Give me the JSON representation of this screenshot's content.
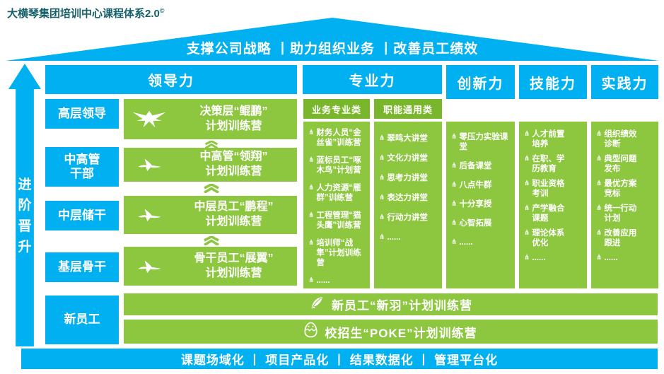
{
  "title": {
    "text": "大横琴集团培训中心课程体系2.0",
    "mark": "©"
  },
  "roof": {
    "slogan": "支撑公司战略 丨助力组织业务 丨改善员工绩效"
  },
  "progression_arrow": {
    "label": "进阶晋升"
  },
  "headers": {
    "leadership": "领导力",
    "professional": "专业力",
    "innovation": "创新力",
    "skill": "技能力",
    "practice": "实践力"
  },
  "levels": [
    {
      "label": "高层领导"
    },
    {
      "label": "中高管干部"
    },
    {
      "label": "中层储干"
    },
    {
      "label": "基层骨干"
    },
    {
      "label": "新员工"
    }
  ],
  "leadership_programs": [
    {
      "line1": "决策层“鲲鹏”",
      "line2": "计划训练营",
      "icon": "eagle"
    },
    {
      "line1": "中高管“领翔”",
      "line2": "计划训练营",
      "icon": "goose"
    },
    {
      "line1": "中层员工“鹏程”",
      "line2": "计划训练营",
      "icon": "goose"
    },
    {
      "line1": "骨干员工“展翼”",
      "line2": "计划训练营",
      "icon": "goose"
    }
  ],
  "professional": {
    "business": {
      "header": "业务专业类",
      "items": [
        "财务人员“金丝雀”训练营",
        "蓝标员工“啄木鸟”计划营",
        "人力资源“雁群”训练营",
        "工程管理“猫头鹰”训练营",
        "培训师“战隼”计划训练营",
        "......"
      ]
    },
    "functional": {
      "header": "职能通用类",
      "items": [
        "翠鸣大讲堂",
        "文化力讲堂",
        "思考力讲堂",
        "表达力讲堂",
        "行动力讲堂",
        "......"
      ]
    }
  },
  "innovation_items": [
    "零压力实验课堂",
    "后备课堂",
    "八点牛群",
    "十分享授",
    "心智拓展",
    "......"
  ],
  "skill_items": [
    "人才前置培养",
    "在职、学历教育",
    "职业资格考训",
    "产学融合课题",
    "理论体系优化",
    "......"
  ],
  "practice_items": [
    "组织绩效诊断",
    "典型问题发布",
    "最优方案竞标",
    "统一行动计划",
    "改善应用跟进",
    "......"
  ],
  "new_employee_programs": [
    {
      "label": "新员工“新羽”计划训练营",
      "icon": "feather"
    },
    {
      "label": "校招生“POKE”计划训练营",
      "icon": "chick"
    }
  ],
  "bottom_bar": {
    "slogan": "课题场域化 丨 项目产品化 丨 结果数据化 丨 管理平台化"
  },
  "icons": {
    "bullet_glyph": "⋔",
    "bullet_name": "bird-footprint"
  },
  "colors": {
    "cyan": "#00B0F0",
    "green": "#8DC63F",
    "green_dark": "#79B62C",
    "title_text": "#16606A"
  }
}
